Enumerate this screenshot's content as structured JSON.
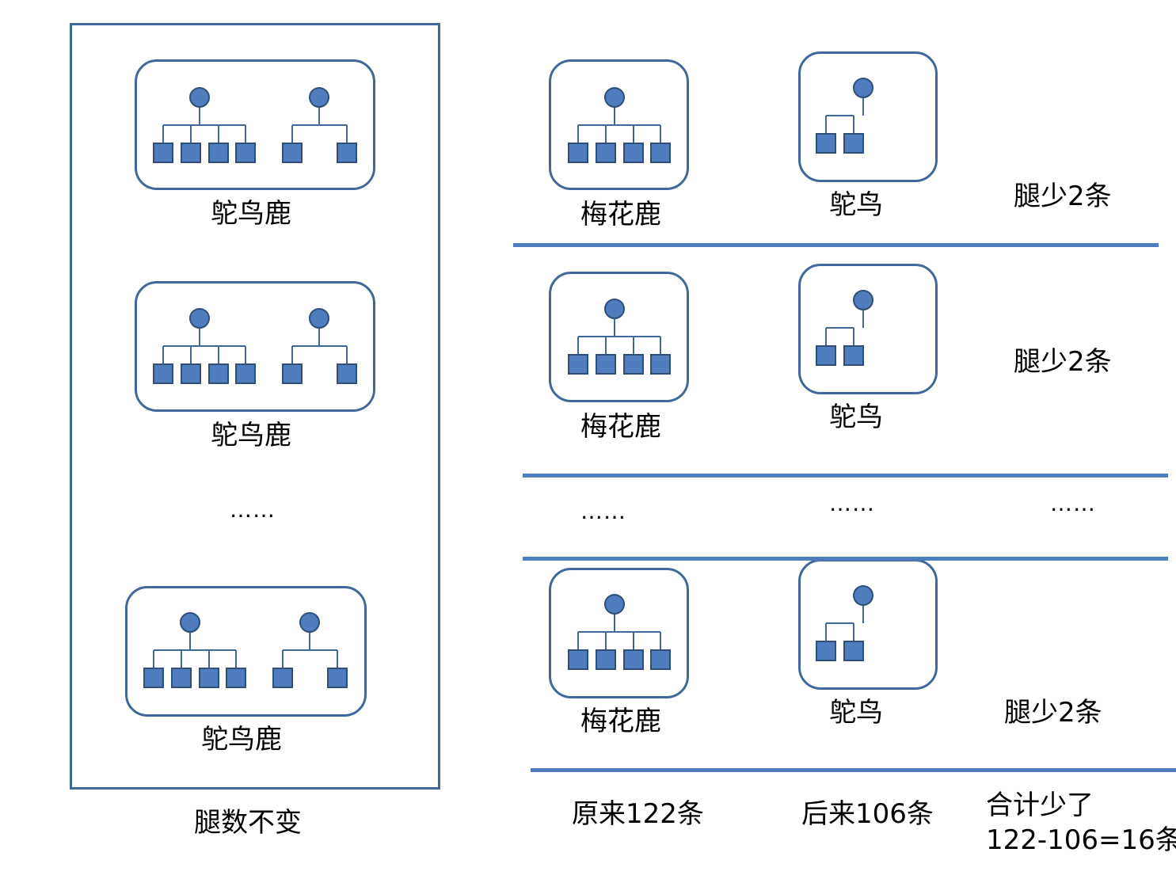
{
  "left_panel": {
    "cards": [
      {
        "label": "鸵鸟鹿"
      },
      {
        "label": "鸵鸟鹿"
      },
      {
        "label": "鸵鸟鹿"
      }
    ],
    "ellipsis": "……",
    "caption": "腿数不变"
  },
  "right_panel": {
    "rows": [
      {
        "deer_label": "梅花鹿",
        "ostrich_label": "鸵鸟",
        "note": "腿少2条"
      },
      {
        "deer_label": "梅花鹿",
        "ostrich_label": "鸵鸟",
        "note": "腿少2条"
      },
      {
        "deer_label": "梅花鹿",
        "ostrich_label": "鸵鸟",
        "note": "腿少2条"
      }
    ],
    "ellipsis": {
      "col1": "……",
      "col2": "……",
      "col3": "……"
    },
    "summary": {
      "before": "原来122条",
      "after": "后来106条",
      "total_line1": "合计少了",
      "total_line2": "122-106=16条"
    }
  },
  "colors": {
    "stroke": "#41689a",
    "fill": "#4f7dbd",
    "separator": "#4f7dbd"
  }
}
